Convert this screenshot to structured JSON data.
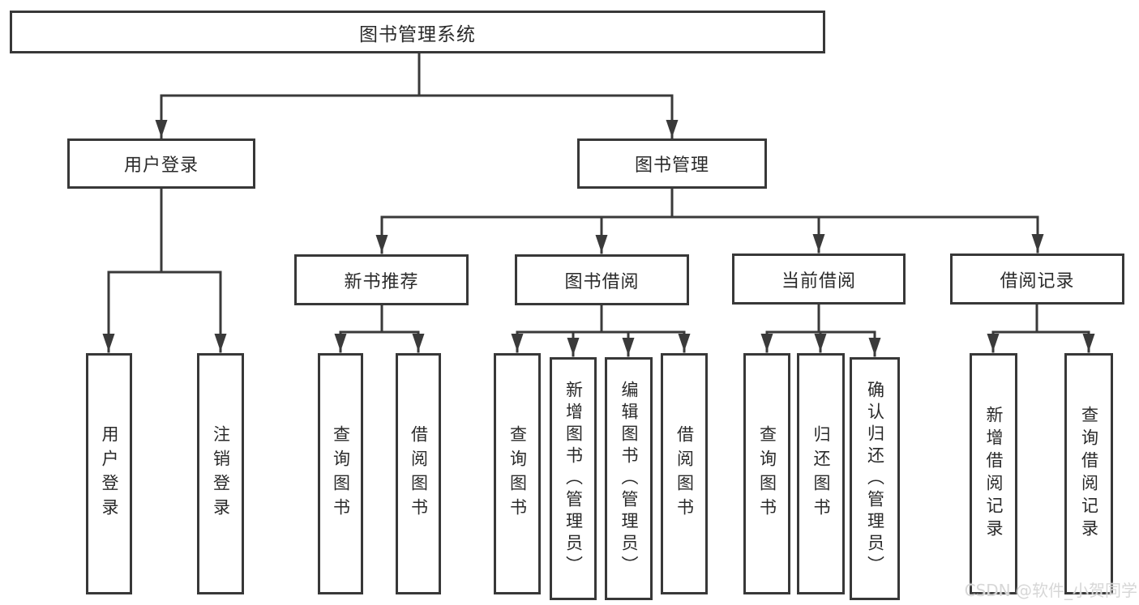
{
  "diagram": {
    "root": {
      "label": "图书管理系统"
    },
    "branches": [
      {
        "label": "用户登录",
        "leaves": [
          {
            "label": "用户登录"
          },
          {
            "label": "注销登录"
          }
        ]
      },
      {
        "label": "图书管理",
        "groups": [
          {
            "label": "新书推荐",
            "leaves": [
              {
                "label": "查询图书"
              },
              {
                "label": "借阅图书"
              }
            ]
          },
          {
            "label": "图书借阅",
            "leaves": [
              {
                "label": "查询图书"
              },
              {
                "label": "新增图书（管理员）"
              },
              {
                "label": "编辑图书（管理员）"
              },
              {
                "label": "借阅图书"
              }
            ]
          },
          {
            "label": "当前借阅",
            "leaves": [
              {
                "label": "查询图书"
              },
              {
                "label": "归还图书"
              },
              {
                "label": "确认归还（管理员）"
              }
            ]
          },
          {
            "label": "借阅记录",
            "leaves": [
              {
                "label": "新增借阅记录"
              },
              {
                "label": "查询借阅记录"
              }
            ]
          }
        ]
      }
    ]
  },
  "watermark": {
    "text": "CSDN @软件_小贺同学"
  },
  "colors": {
    "background": "#ffffff",
    "line": "#3a3a3a",
    "box_border": "#383838",
    "text": "#2a2a2a",
    "watermark": "#d7d7d7"
  }
}
